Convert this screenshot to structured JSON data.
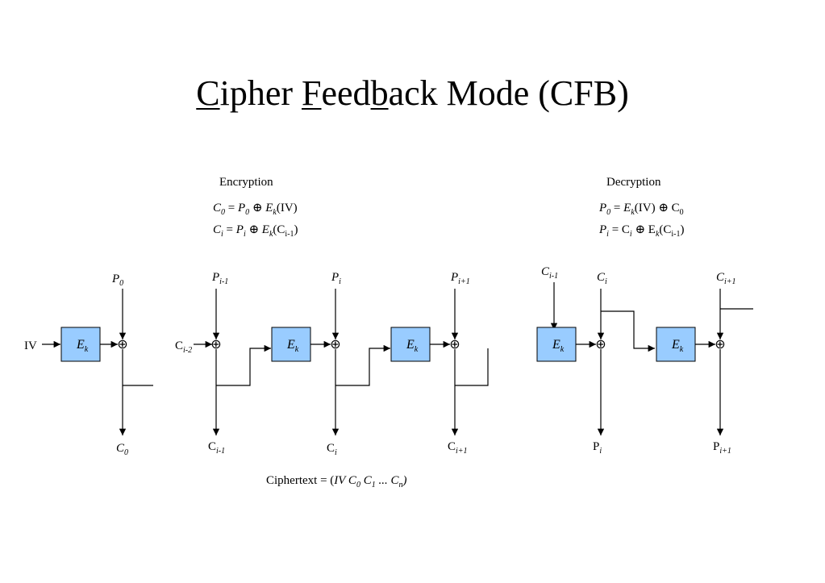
{
  "title": {
    "c": "C",
    "ipher": "ipher ",
    "f": "F",
    "eed": "eed",
    "b": "b",
    "ack": "ack Mode (CFB)"
  },
  "encryption": {
    "heading": "Encryption",
    "eq1": {
      "c": "C",
      "cs": "0",
      "eq": " = ",
      "p": "P",
      "ps": "0",
      "op": " ⊕ ",
      "e": "E",
      "es": "k",
      "arg": "(IV)"
    },
    "eq2": {
      "c": "C",
      "cs": "i",
      "eq": " = ",
      "p": "P",
      "ps": "i",
      "op": " ⊕ ",
      "e": "E",
      "es": "k",
      "arg": "(C",
      "argsub": "i-1",
      "close": ")"
    }
  },
  "decryption": {
    "heading": "Decryption",
    "eq1": {
      "p": "P",
      "ps": "0",
      "eq": " = ",
      "e": "E",
      "es": "k",
      "arg": "(IV) ⊕ C",
      "argsub": "0"
    },
    "eq2": {
      "p": "P",
      "ps": "i",
      "eq": " = C",
      "cs": "i",
      "op": " ⊕ E",
      "es": "k",
      "arg": "(C",
      "argsub": "i-1",
      "close": ")"
    }
  },
  "block_label": {
    "e": "E",
    "sub": "k"
  },
  "xor_symbol": "⊕",
  "iv_label": "IV",
  "labels": {
    "p0": {
      "m": "P",
      "s": "0"
    },
    "pim1": {
      "m": "P",
      "s": "i-1"
    },
    "pi": {
      "m": "P",
      "s": "i"
    },
    "pip1": {
      "m": "P",
      "s": "i+1"
    },
    "cim2": {
      "m": "C",
      "s": "i-2"
    },
    "c0": {
      "m": "C",
      "s": "0"
    },
    "cim1_out": {
      "m": "C",
      "s": "i-1"
    },
    "ci_out": {
      "m": "C",
      "s": "i"
    },
    "cip1_out": {
      "m": "C",
      "s": "i+1"
    },
    "d_cim1": {
      "m": "C",
      "s": "i-1"
    },
    "d_ci": {
      "m": "C",
      "s": "i"
    },
    "d_cip1": {
      "m": "C",
      "s": "i+1"
    },
    "d_pi": {
      "m": "P",
      "s": "i"
    },
    "d_pip1": {
      "m": "P",
      "s": "i+1"
    }
  },
  "ciphertext": {
    "prefix": "Ciphertext = (",
    "iv": "IV C",
    "s0": "0",
    "mid": " C",
    "s1": "1",
    "dots": " ... C",
    "sn": "n",
    "close": ")"
  },
  "colors": {
    "block_fill": "#99ccff",
    "line": "#000000"
  }
}
